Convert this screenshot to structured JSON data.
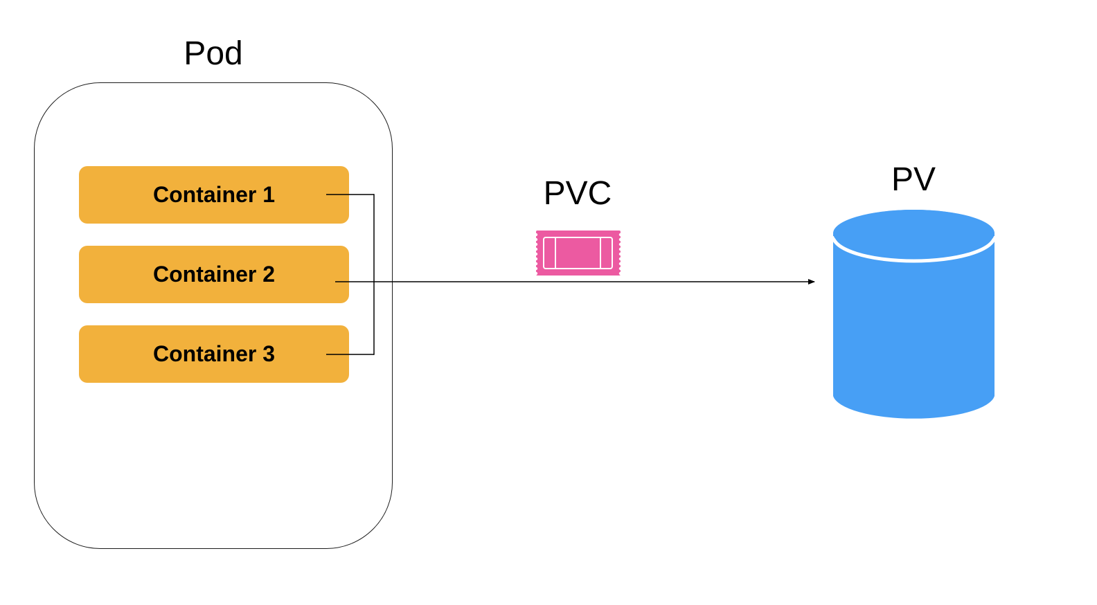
{
  "diagram": {
    "pod": {
      "title": "Pod",
      "containers": [
        {
          "label": "Container 1"
        },
        {
          "label": "Container 2"
        },
        {
          "label": "Container 3"
        }
      ]
    },
    "pvc": {
      "label": "PVC",
      "icon": "ticket-icon",
      "color": "#ec5aa1"
    },
    "pv": {
      "label": "PV",
      "icon": "database-cylinder-icon",
      "color": "#479ff5"
    },
    "colors": {
      "container_fill": "#f2b13c",
      "connector": "#000000"
    }
  }
}
